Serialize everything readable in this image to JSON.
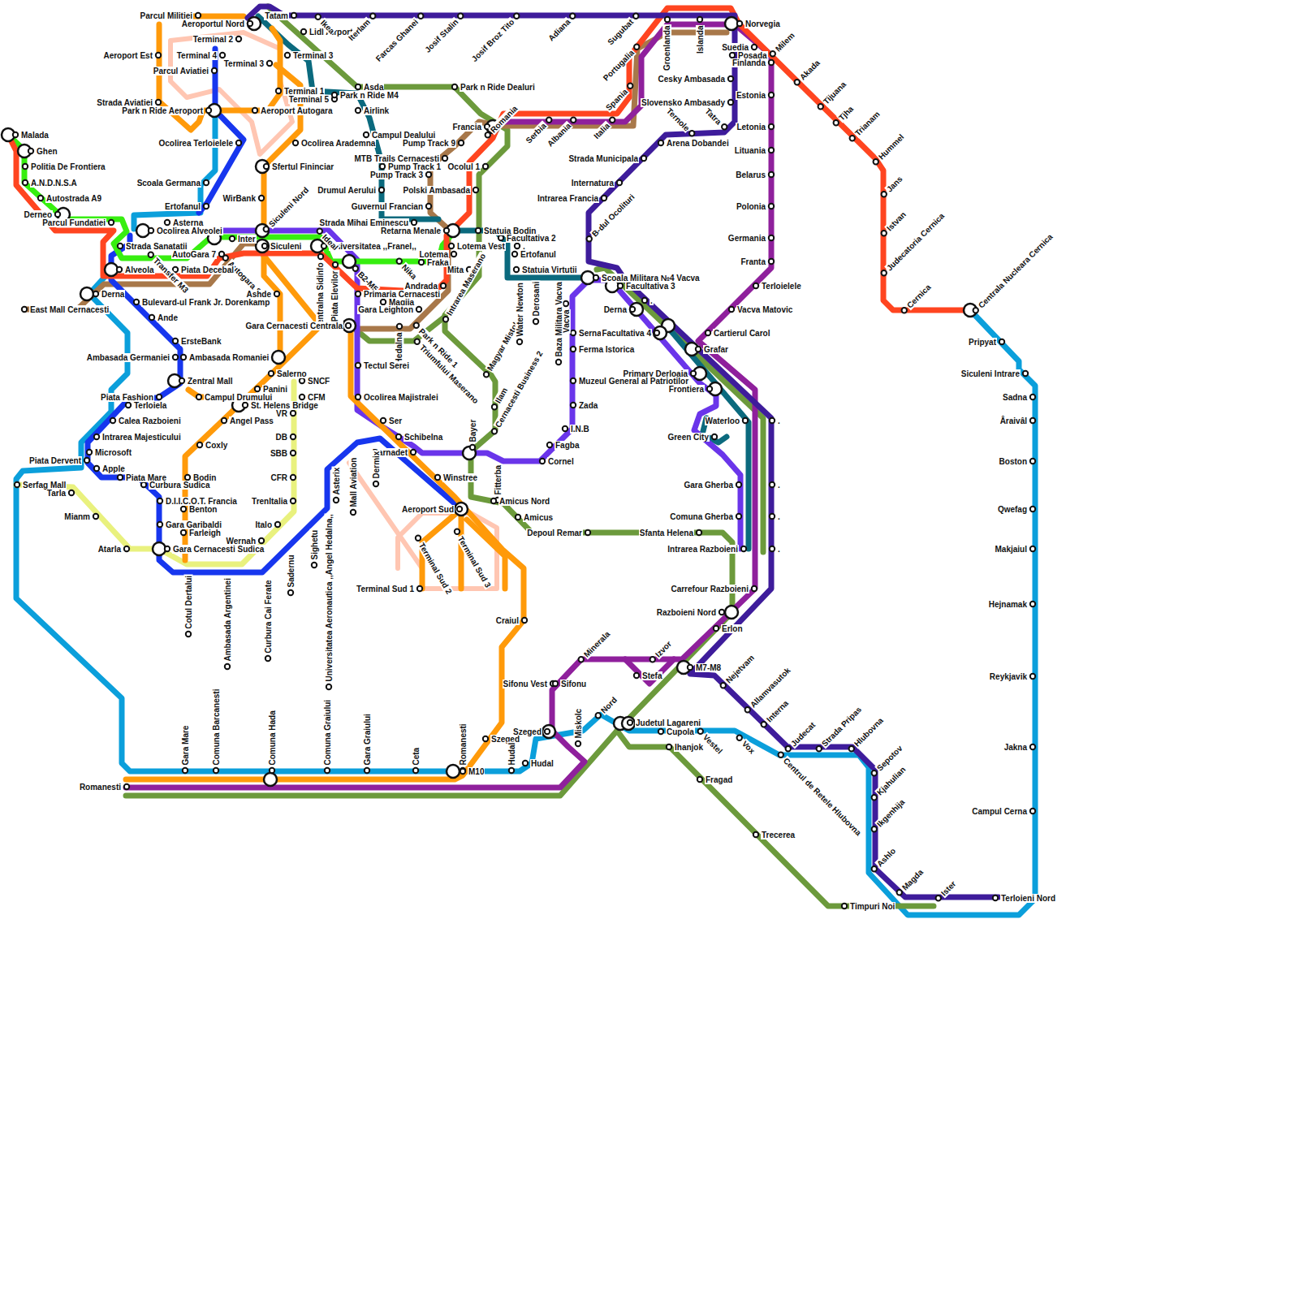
{
  "diagram": {
    "labels": [
      "Parcul Militiei",
      "Aeroportul Nord",
      "Tatam",
      "Lidl Airport",
      "Ikea",
      "Iterlam",
      "Farcas Ghanei",
      "Josif Stalin",
      "Josif Broz Tito",
      "Adiana",
      "Sugubat",
      "Groenlanda",
      "Islanda",
      "Norvegia",
      "Terminal 2",
      "Suedia",
      "Posada",
      "Milem",
      "Aeroport Est",
      "Terminal 4",
      "Terminal 3",
      "Terminal 3",
      "Finlanda",
      "Akada",
      "Parcul Aviatiei",
      "Cesky Ambasada",
      "Asda",
      "Park n Ride Dealuri",
      "Terminal 1",
      "Terminal 5",
      "Park n Ride M4",
      "Tijuana",
      "Strada Aviatiei",
      "Slovensko Ambasady",
      "Estonia",
      "Park n Ride Aeroport",
      "Aeroport Autogara",
      "Airlink",
      "Tjha",
      "Portugalia",
      "Spania",
      "Italia",
      "Albania",
      "Serbia",
      "Romania",
      "Francia",
      "Campul Dealului",
      "Ternole",
      "Tatra",
      "Letonia",
      "Trianam",
      "Pump Track 9",
      "Ocolirea Terloielele",
      "Ocolirea Arademna",
      "Arena Dobandei",
      "Lituania",
      "Hummel",
      "MTB Trails Cernacesti",
      "Strada Municipala",
      "Sfertul Fininciar",
      "Pump Track 1",
      "Ocolul 1",
      "Pump Track 3",
      "Belarus",
      "Scoala Germana",
      "Internatura",
      "Drumul Aerului",
      "Polski Ambasada",
      "Jans",
      "WirBank",
      "Intrarea Francia",
      "Ertofanul",
      "Guvernul Francian",
      "Polonia",
      "Siculeni Nord",
      "Strada Mihai Eminescu",
      "Parcul Fundatiei",
      "Asterna",
      "Derneo",
      "Autostrada A9",
      "Malada",
      "Ghen",
      "Politia De Frontiera",
      "A.N.D.N.S.A",
      "Ocolirea Alveolei",
      "Retarna Menale",
      "Statuia Bodin",
      "Istvan",
      "B-dul Ocolituri",
      "Germania",
      "Inter",
      "Facultativa 2",
      "Strada Sanatatii",
      "Siculeni",
      "Universitatea ,,Franel,,",
      "Lotema Vest",
      "AutoGara 7",
      "Autogara 8",
      "Transfer M3",
      "Lotema",
      "Ertofanul",
      "Ideal",
      "Fraka",
      "Nika",
      "B2-M5",
      "Franta",
      "Judecatoria Cernica",
      "Alveola",
      "Piata Decebal",
      "Mita",
      "Statuia Virtutii",
      "Scoala Militara №4 Vacva",
      "Facultativa 3",
      "Andrada",
      "Terloielele",
      "Zentralna Sidinfo",
      "Piata Elevilor",
      "Ashde",
      "Derna",
      "Primaria Cernacesti",
      "Bulevard-ul Frank Jr. Dorenkamp",
      "Magjia",
      "Vacva",
      "East Mall Cernacesti",
      "Gara Leighton",
      "Derna",
      "Vacva Matovic",
      "Ande",
      "Intrarea Maserano",
      "Gara Cernacesti Centrala",
      "Hedalna",
      "Park n Ride 1",
      "Triumfului Maserano",
      "Magyar Mistok",
      "Cartierul Carol",
      "Serna",
      "Facultativa 4",
      "ErsteBank",
      "Ferma Istorica",
      "Grafar",
      "Baza Militara Vacva",
      "Water Newton",
      "Derosani",
      "Ambasada Germaniei",
      "Ambasada Romaniei",
      "Tectul Serei",
      "Salerno",
      "Primary Derloaia",
      "SNCF",
      "Zentral Mall",
      "Muzeul General al Patriotilor",
      "Frontiera",
      "Panini",
      "Piata Fashion",
      "Campul Drumului",
      "CFM",
      "Ocolirea Majistralei",
      "Ilam",
      "Terloiela",
      "St. Helens Bridge",
      "VR",
      "Zada",
      "Cernacesti Business 2",
      "Calea Razboieni",
      "Angel Pass",
      "Ser",
      "Waterloo",
      "I.N.B",
      "Intrarea Majesticului",
      "DB",
      "Schibelna",
      "Green City",
      "Coxly",
      "Fagba",
      "Bayer",
      "Microsoft",
      "SBB",
      "Barnadet",
      "Dermix",
      "Piata Dervent",
      "Cornel",
      "Apple",
      "Asterix",
      "Fitterba",
      "CFR",
      "Bodin",
      "Piata Mare",
      "Winstree",
      "Curbura Sudica",
      "Serfag Mall",
      "Gara Gherba",
      "Tarla",
      "D.I.I.C.O.T. Francia",
      "TrenItalia",
      "Amicus Nord",
      "Benton",
      "Aeroport Sud",
      "Mall Aviation",
      "Mianm",
      "Amicus",
      "Comuna Gherba",
      "Gara Garibaldi",
      "Italo",
      "Farleigh",
      "Depoul Remar",
      "Sfanta Helena",
      "Wernah",
      "Atarla",
      "Gara Cernacesti Sudica",
      "Intrarea Razboieni",
      "Sighetu",
      "Universitatea Aeronautica ,,Angel Hedalna,,",
      "Terminal Sud 2",
      "Terminal Sud 3",
      "Terminal Sud 1",
      "Carrefour Razboieni",
      "Cotul Dertalui",
      "Ambasada Argentinei",
      "Curbura Cai Ferate",
      "Sadernu",
      "Razboieni Nord",
      "Craiul",
      "Erlon",
      "Minerala",
      "Izvor",
      "Stefa",
      "M7-M8",
      "Nejetvam",
      "Sifonu Vest",
      "Sifonu",
      "Allamvasutok",
      "Nord",
      "Interna",
      "Judetul Lagareni",
      "Miskolc",
      "Szeged",
      "Cupola",
      "Vestel",
      "Vox",
      "Szeged",
      "Judecat",
      "Strada Pripas",
      "Hlubovna",
      "Ihanjok",
      "Centrul de Retele Hlubovna",
      "Hudal",
      "Sepotov",
      "Fragad",
      "Kjahulian",
      "Ikgenhija",
      "Trecerea",
      "Ashlo",
      "Magda",
      "Ister",
      "Terloieni Nord",
      "Timpuri Noi",
      "Romanesti",
      "Gara Mare",
      "Comuna Barcanesti",
      "Comuna Hada",
      "Comuna Graiului",
      "Gara Graiului",
      "Ceta",
      "Romanesti",
      "M10",
      "Hudal",
      "Cernica",
      "Centrala Nucleara Cernica",
      "Pripyat",
      "Siculeni Intrare",
      "Sadna",
      "Âraivâl",
      "Boston",
      "Qwefag",
      "Makjaiul",
      "Hejnamak",
      "Reykjavik",
      "Jakna",
      "Campul Cerna",
      ".",
      ".",
      ".",
      ".",
      ".",
      "."
    ]
  }
}
